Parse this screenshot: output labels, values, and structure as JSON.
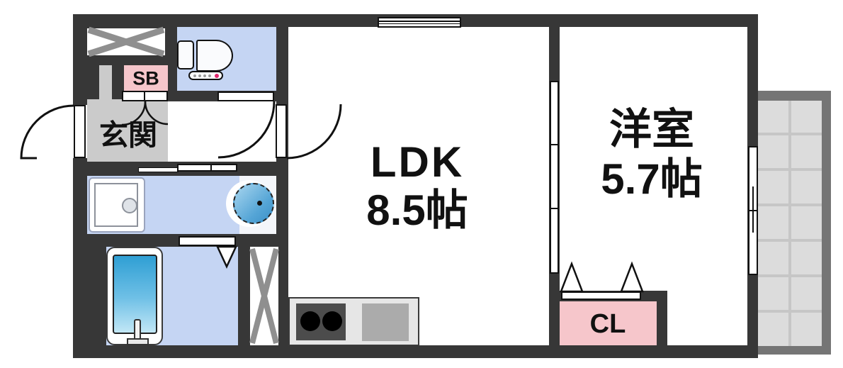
{
  "floorplan": {
    "rooms": {
      "genkan": {
        "label": "玄関"
      },
      "ldk": {
        "label": "LDK",
        "size": "8.5帖"
      },
      "western": {
        "label": "洋室",
        "size": "5.7帖"
      },
      "shoe_box": {
        "label": "SB"
      },
      "closet": {
        "label": "CL"
      }
    },
    "fixtures": [
      "pipe-space",
      "toilet",
      "washing-machine-pan",
      "wash-basin",
      "bathtub",
      "kitchen-stove",
      "kitchen-sink",
      "pipe-space",
      "balcony"
    ],
    "colors": {
      "wall": "#373737",
      "wet_room_floor": "#c5d5f3",
      "genkan_floor": "#cbcbcb",
      "storage_pink": "#f6c6cb",
      "balcony_frame": "#757575",
      "balcony_floor": "#dcdcdc",
      "balcony_grid": "#c6c6c6",
      "tub_water_blue": "#3ba5d8",
      "toilet_accent_dot": "#e0286e",
      "stove": "#4c4c4c",
      "counter": "#e6e6e6"
    }
  }
}
